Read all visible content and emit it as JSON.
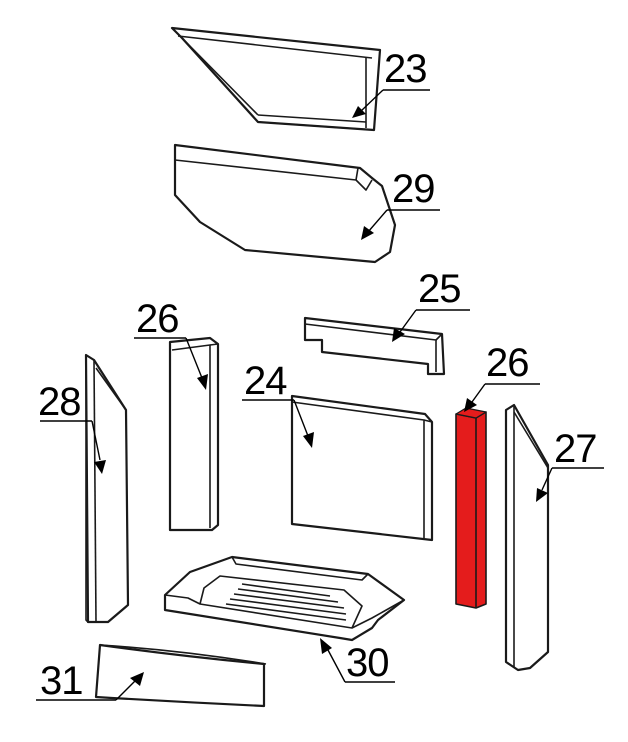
{
  "diagram": {
    "highlight_color": "#e41c1c",
    "outline_color": "#1a1a1a",
    "labels": {
      "p23": "23",
      "p29": "29",
      "p25": "25",
      "p26a": "26",
      "p24": "24",
      "p26b": "26",
      "p28": "28",
      "p27": "27",
      "p30": "30",
      "p31": "31"
    }
  }
}
